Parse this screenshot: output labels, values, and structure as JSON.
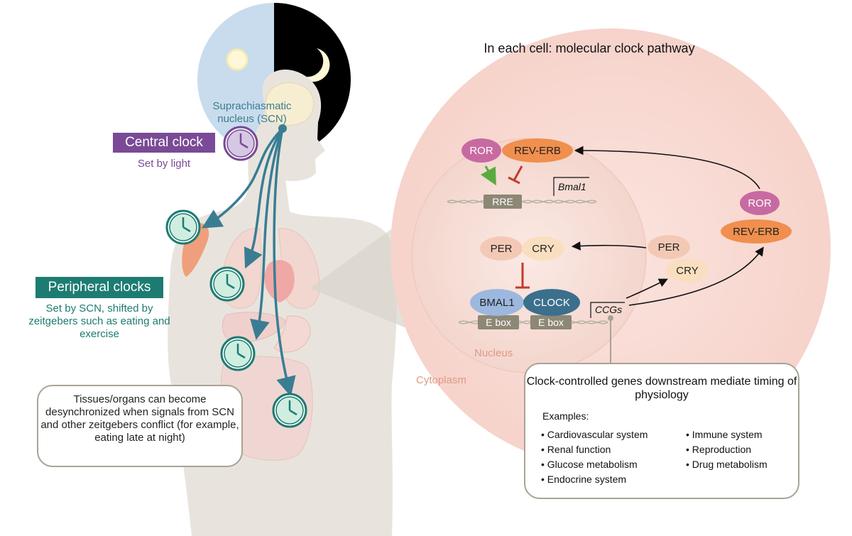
{
  "body_labels": {
    "scn": "Suprachiasmatic nucleus (SCN)",
    "central_clock": "Central clock",
    "central_sub": "Set by light",
    "peripheral_clocks": "Peripheral clocks",
    "peripheral_sub": "Set by SCN, shifted by zeitgebers such as eating and exercise",
    "desync_note": "Tissues/organs can become desynchronized when signals from SCN and other zeitgebers conflict (for example, eating late at night)"
  },
  "pathway": {
    "title": "In each cell: molecular clock pathway",
    "nucleus": "Nucleus",
    "cytoplasm": "Cytoplasm",
    "ror": "ROR",
    "rev_erb": "REV-ERB",
    "rre": "RRE",
    "bmal1_gene": "Bmal1",
    "per": "PER",
    "cry": "CRY",
    "bmal1": "BMAL1",
    "clock": "CLOCK",
    "ebox": "E box",
    "ccgs": "CCGs"
  },
  "ccg_box": {
    "title": "Clock-controlled genes downstream mediate timing of physiology",
    "examples_label": "Examples:",
    "left_items": [
      "• Cardiovascular system",
      "• Renal function",
      "• Glucose metabolism",
      "• Endocrine system"
    ],
    "right_items": [
      "• Immune system",
      "• Reproduction",
      "• Drug metabolism"
    ]
  },
  "colors": {
    "central": "#7a4a96",
    "peripheral": "#1d7c72",
    "arrow": "#3a7d93",
    "ror": "#c76aa2",
    "rev_erb": "#f08f4e",
    "per": "#f3c9b6",
    "cry": "#f9dfbf",
    "bmal1": "#9cb8de",
    "clock": "#3b6f8c",
    "dna_box": "#8d8776",
    "activate": "#5aab3f",
    "repress": "#c23a2e"
  }
}
